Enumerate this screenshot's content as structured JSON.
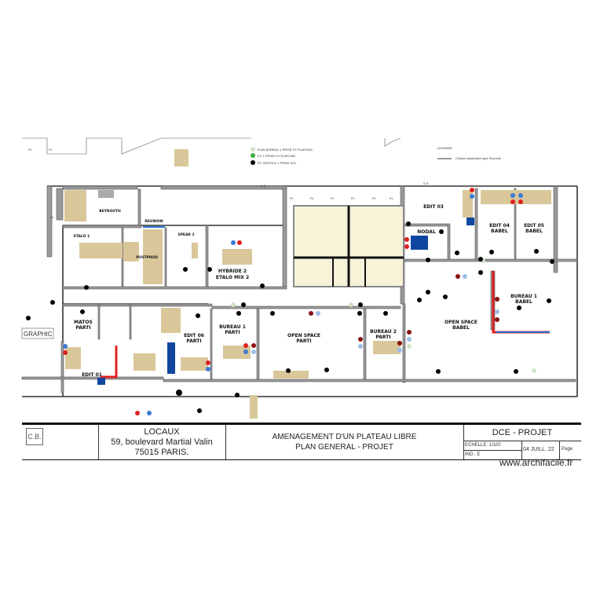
{
  "legend": {
    "title": "LEGENDE",
    "line_label": "Cloison séparative type Placostil",
    "items": [
      {
        "label": "RJ45 BUREAU 1 PRISE FX PLAFOND",
        "color": "#cfe3c8"
      },
      {
        "label": "PC 1 PRISE FX PLAFOND",
        "color": "#3cb043"
      },
      {
        "label": "PC SERVICE 1 PRISE SOL",
        "color": "#000000"
      }
    ]
  },
  "rooms": {
    "beyrouth": "BEYROUTH",
    "reunion": "REUNION",
    "etalo1": "ETALO 1",
    "postprod": "POSTPROD",
    "speak2": "SPEAK 2",
    "hybride2": [
      "HYBRIDE 2",
      "ETALO MIX 2"
    ],
    "edit03": "EDIT 03",
    "nodal": "NODAL",
    "edit04": [
      "EDIT 04",
      "BABEL"
    ],
    "edit05": [
      "EDIT 05",
      "BABEL"
    ],
    "bureau1_babel": [
      "BUREAU 1",
      "BABEL"
    ],
    "matos": [
      "MATOS",
      "PARTI"
    ],
    "edit06": [
      "EDIT 06",
      "PARTI"
    ],
    "bureau1_parti": [
      "BUREAU 1",
      "PARTI"
    ],
    "openspace_parti": [
      "OPEN SPACE",
      "PARTI"
    ],
    "bureau2_parti": [
      "BUREAU 2",
      "PARTI"
    ],
    "openspace_babel": [
      "OPEN SPACE",
      "BABEL"
    ],
    "edit01": "EDIT 01",
    "graphic": "GRAPHIC",
    "pi": "P.I.",
    "ss": "S.S."
  },
  "colors": {
    "socket_red": "#e02020",
    "socket_darkred": "#8b1010",
    "socket_blue": "#3a7bd5",
    "socket_lightblue": "#9dbce8",
    "socket_lightgreen": "#cfe3c8",
    "socket_black": "#000000",
    "desk": "#d9c79a",
    "courtyard": "#f7f2d8",
    "red_partition": "#e02020",
    "blue_partition": "#2a6fd0"
  },
  "title_block": {
    "company_logo": "C.B.",
    "project": [
      "LOCAUX",
      "59, boulevard Martial Valin",
      "75015 PARIS."
    ],
    "title": [
      "AMENAGEMENT D'UN PLATEAU LIBRE",
      "PLAN GENERAL - PROJET"
    ],
    "phase": "DCE - PROJET",
    "scale": "ECHELLE: 1/100",
    "index": "IND.: E",
    "date": "04 JUILL. 22",
    "page": "Page"
  },
  "watermark": "www.archifacile.fr"
}
